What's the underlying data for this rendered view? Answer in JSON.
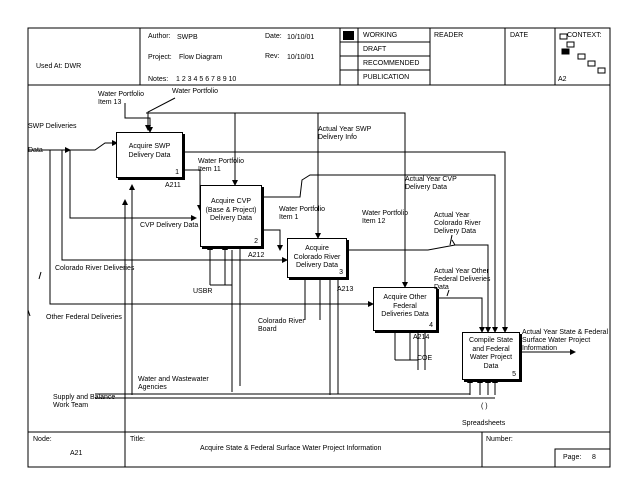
{
  "header": {
    "author_label": "Author:",
    "author_value": "SWPB",
    "date_label": "Date:",
    "date_value": "10/10/01",
    "project_label": "Project:",
    "project_value": "Flow Diagram",
    "rev_label": "Rev:",
    "rev_value": "10/10/01",
    "notes_label": "Notes:",
    "notes_value": "1 2 3 4 5 6 7 8 9 10",
    "used_at": "Used At: DWR",
    "status_working": "WORKING",
    "status_draft": "DRAFT",
    "status_recommended": "RECOMMENDED",
    "status_publication": "PUBLICATION",
    "reader": "READER",
    "date": "DATE",
    "context": "CONTEXT:",
    "context_node": "A2"
  },
  "footer": {
    "node_label": "Node:",
    "node_value": "A21",
    "title_label": "Title:",
    "title_value": "Acquire State & Federal Surface Water Project Information",
    "number_label": "Number:",
    "page_label": "Page:",
    "page_value": "8"
  },
  "boxes": [
    {
      "label": "Acquire SWP Delivery Data",
      "num": "1",
      "node": "A211"
    },
    {
      "label": "Acquire CVP (Base & Project) Delivery Data",
      "num": "2",
      "node": "A212"
    },
    {
      "label": "Acquire Colorado River Delivery Data",
      "num": "3",
      "node": "A213"
    },
    {
      "label": "Acquire Other Federal Deliveries Data",
      "num": "4",
      "node": "A214"
    },
    {
      "label": "Compile State and Federal Water Project Data",
      "num": "5",
      "node": ""
    }
  ],
  "labels": {
    "water_portfolio_13": "Water Portfolio Item 13",
    "water_portfolio": "Water Portfolio",
    "swp_deliveries": "SWP Deliveries",
    "data": "Data",
    "actual_year_swp": "Actual Year SWP Delivery Info",
    "water_portfolio_11": "Water Portfolio Item 11",
    "actual_year_cvp": "Actual Year CVP Delivery Data",
    "cvp_delivery_data": "CVP Delivery Data",
    "water_portfolio_1": "Water Portfolio Item 1",
    "water_portfolio_12": "Water Portfolio Item 12",
    "actual_year_colorado": "Actual Year Colorado River Delivery Data",
    "colorado_river_deliveries": "Colorado River Deliveries",
    "usbr": "USBR",
    "actual_year_other": "Actual Year Other Federal Deliveries Data",
    "other_federal_deliveries": "Other Federal Deliveries",
    "colorado_river_board": "Colorado River Board",
    "coe": "COE",
    "actual_year_state": "Actual Year State & Federal Surface Water Project Information",
    "water_wastewater": "Water and Wastewater Agencies",
    "supply_balance": "Supply and Balance Work Team",
    "spreadsheets": "Spreadsheets",
    "paren": "( )"
  }
}
